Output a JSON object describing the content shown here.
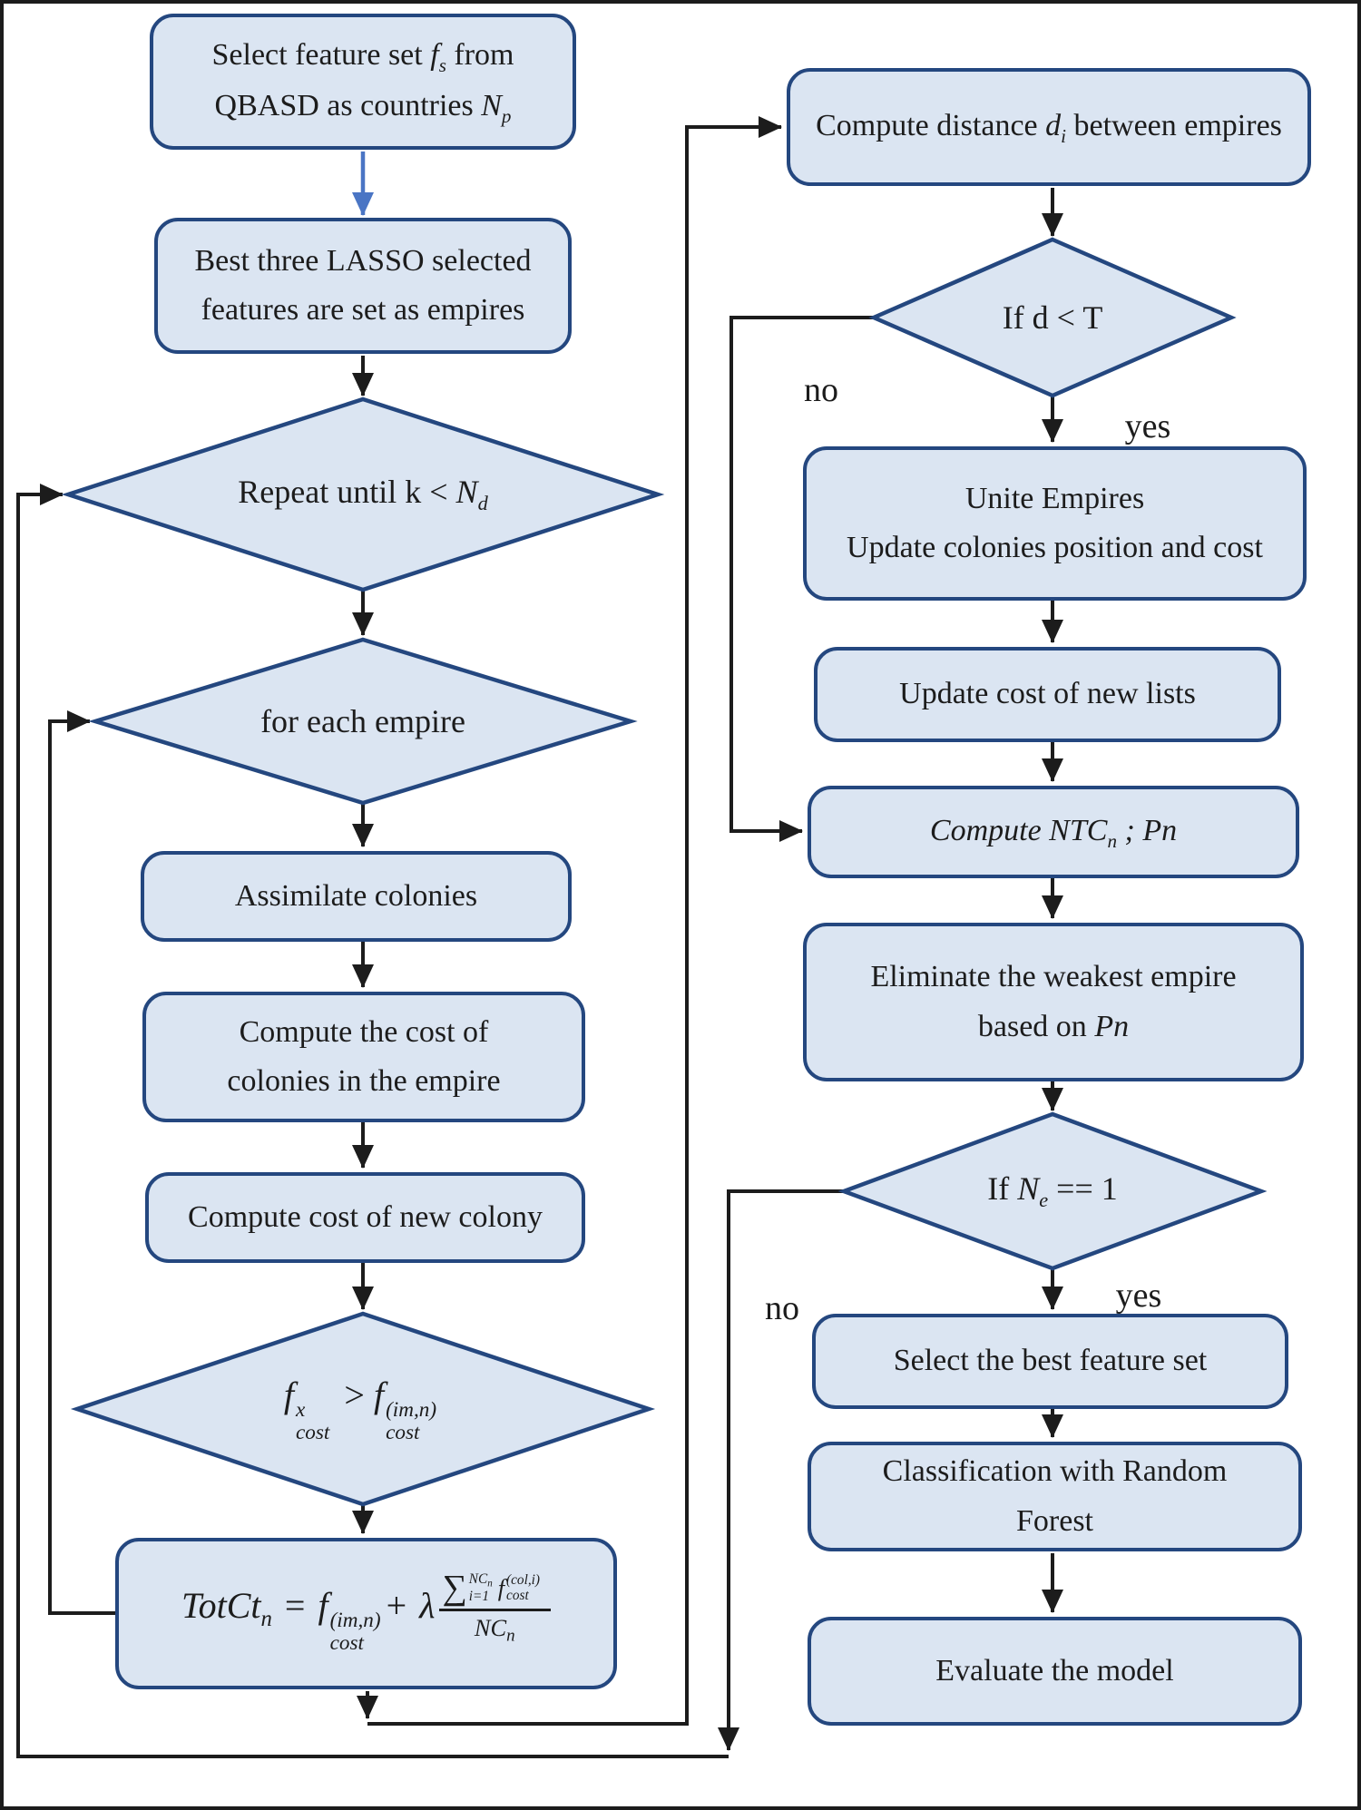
{
  "colors": {
    "shape_fill": "#dbe5f2",
    "shape_border": "#24477f",
    "arrow": "#1c1c1c",
    "blue_arrow": "#4a75c4",
    "text": "#1c1c1c",
    "frame": "#1b1b1b"
  },
  "nodes": {
    "select_feature": {
      "l1_pre": "Select feature set ",
      "l1_var": "f",
      "l1_var_sub": "s",
      "l1_post": "  from",
      "l2_pre": "QBASD as countries ",
      "l2_var": "N",
      "l2_var_sub": "p"
    },
    "lasso": {
      "l1": "Best three LASSO selected",
      "l2": "features are set as empires"
    },
    "repeat_until": {
      "pre": "Repeat until k < ",
      "var": "N",
      "var_sub": "d"
    },
    "for_each_empire": {
      "label": "for each empire"
    },
    "assimilate": {
      "label": "Assimilate colonies"
    },
    "cost_colonies": {
      "l1": "Compute the cost of",
      "l2": "colonies in the empire"
    },
    "cost_new_colony": {
      "label": "Compute cost of new colony"
    },
    "cost_compare": {
      "f1": "f",
      "f1_sup": "x",
      "f1_sub": "cost",
      "op": ">",
      "f2": "f",
      "f2_sup": "(im,n)",
      "f2_sub": "cost"
    },
    "totct": {
      "lhs": "TotCt",
      "lhs_sub": "n",
      "eq": "=",
      "f1": "f",
      "f1_sup": "(im,n)",
      "f1_sub": "cost",
      "plus": "+",
      "lambda": "λ",
      "sigma": "∑",
      "sig_sup_base": "NC",
      "sig_sup_sub": "n",
      "sig_sub": "i=1",
      "f2": "f",
      "f2_sup": "(col,i)",
      "f2_sub": "cost",
      "den_base": "NC",
      "den_sub": "n"
    },
    "compute_distance": {
      "pre": "Compute distance ",
      "var": "d",
      "var_sub": "i",
      "post": " between empires"
    },
    "if_d_less_t": {
      "label": "If d < T"
    },
    "unite": {
      "l1": "Unite Empires",
      "l2": "Update colonies position and cost"
    },
    "update_lists": {
      "label": "Update cost of new lists"
    },
    "compute_ntc": {
      "pre": "Compute NTC",
      "sub": "n",
      "post": " ; Pn"
    },
    "eliminate": {
      "l1": "Eliminate the weakest empire",
      "l2_pre": "based on ",
      "l2_var": "Pn"
    },
    "if_ne": {
      "pre": "If ",
      "var": "N",
      "var_sub": "e",
      "post": " == 1"
    },
    "select_best": {
      "label": "Select the best feature set"
    },
    "classification": {
      "l1": "Classification with Random",
      "l2": "Forest"
    },
    "evaluate": {
      "label": "Evaluate the model"
    }
  },
  "edge_labels": {
    "d_no": "no",
    "d_yes": "yes",
    "ne_no": "no",
    "ne_yes": "yes"
  }
}
